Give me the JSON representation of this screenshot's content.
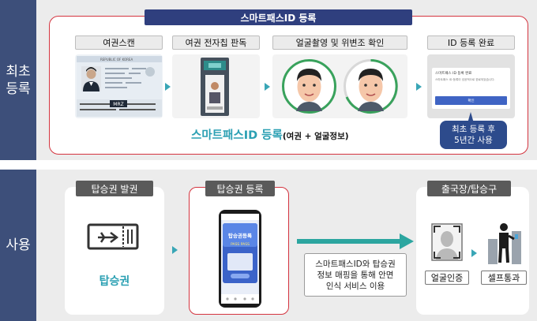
{
  "section_initial": {
    "label_line1": "최초",
    "label_line2": "등록"
  },
  "section_usage": {
    "label": "사용"
  },
  "registration_header": "스마트패스ID 등록",
  "steps": [
    {
      "label": "여권스캔"
    },
    {
      "label": "여권 전자칩 판독"
    },
    {
      "label": "얼굴촬영 및 위변조 확인"
    },
    {
      "label": "ID 등록 완료"
    }
  ],
  "passport": {
    "header_text": "REPUBLIC OF KOREA",
    "mrz": "MRZ"
  },
  "dialog": {
    "title": "스마트패스 ID 등록 완료",
    "body": "스마트패스 ID 등록이 성공적으로 완료되었습니다.",
    "button": "확인"
  },
  "result": {
    "main": "스마트패스ID 등록",
    "sub": "(여권 + 얼굴정보)"
  },
  "bubble": {
    "line1": "최초 등록 후",
    "line2": "5년간 사용"
  },
  "usage_steps": {
    "ticket": {
      "label": "탑승권 발권",
      "caption": "탑승권"
    },
    "register": {
      "label": "탑승권 등록",
      "phone_title": "탑승권등록",
      "phone_sub": "PASS PASS"
    },
    "gate": {
      "label": "출국장/탑승구",
      "face_label": "얼굴인증",
      "self_label": "셀프통과"
    }
  },
  "mapping_text": {
    "line1": "스마트패스ID와 탑승권",
    "line2": "정보 매핑을 통해 안면",
    "line3": "인식 서비스 이용"
  },
  "colors": {
    "sidebar": "#3d4f7a",
    "header": "#2f3f7e",
    "accent_red": "#d4343f",
    "teal": "#2ba0b3",
    "arrow_green": "#2ca6a0"
  }
}
